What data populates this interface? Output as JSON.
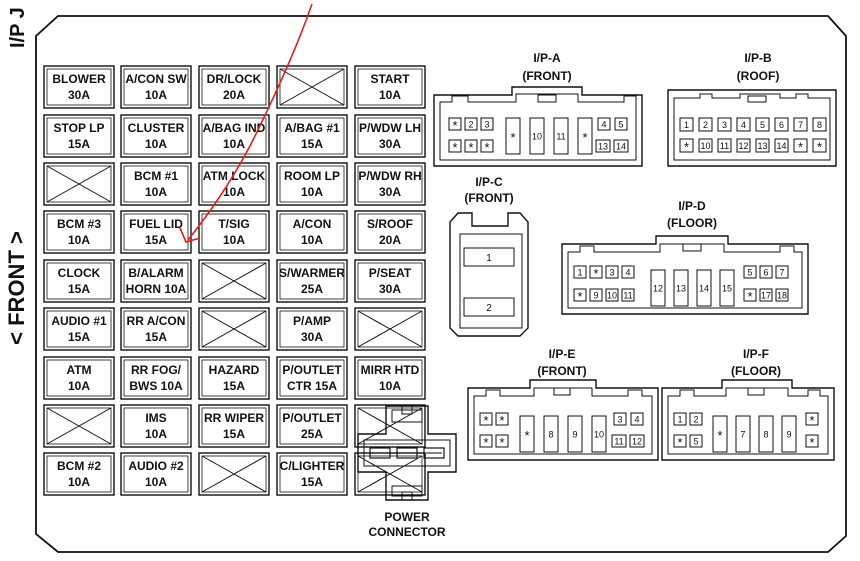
{
  "side_labels": {
    "top_left": "I/P J",
    "front": "< FRONT >"
  },
  "fuses": [
    [
      "BLOWER",
      "30A"
    ],
    [
      "A/CON SW",
      "10A"
    ],
    [
      "DR/LOCK",
      "20A"
    ],
    null,
    [
      "START",
      "10A"
    ],
    [
      "STOP LP",
      "15A"
    ],
    [
      "CLUSTER",
      "10A"
    ],
    [
      "A/BAG IND",
      "10A"
    ],
    [
      "A/BAG #1",
      "15A"
    ],
    [
      "P/WDW LH",
      "30A"
    ],
    null,
    [
      "BCM #1",
      "10A"
    ],
    [
      "ATM LOCK",
      "10A"
    ],
    [
      "ROOM LP",
      "10A"
    ],
    [
      "P/WDW RH",
      "30A"
    ],
    [
      "BCM #3",
      "10A"
    ],
    [
      "FUEL LID",
      "15A"
    ],
    [
      "T/SIG",
      "10A"
    ],
    [
      "A/CON",
      "10A"
    ],
    [
      "S/ROOF",
      "20A"
    ],
    [
      "CLOCK",
      "15A"
    ],
    [
      "B/ALARM",
      "HORN 10A"
    ],
    null,
    [
      "S/WARMER",
      "25A"
    ],
    [
      "P/SEAT",
      "30A"
    ],
    [
      "AUDIO #1",
      "15A"
    ],
    [
      "RR A/CON",
      "15A"
    ],
    null,
    [
      "P/AMP",
      "30A"
    ],
    null,
    [
      "ATM",
      "10A"
    ],
    [
      "RR FOG/",
      "BWS 10A"
    ],
    [
      "HAZARD",
      "15A"
    ],
    [
      "P/OUTLET",
      "CTR 15A"
    ],
    [
      "MIRR HTD",
      "10A"
    ],
    null,
    [
      "IMS",
      "10A"
    ],
    [
      "RR WIPER",
      "15A"
    ],
    [
      "P/OUTLET",
      "25A"
    ],
    null,
    [
      "BCM #2",
      "10A"
    ],
    [
      "AUDIO #2",
      "10A"
    ],
    null,
    [
      "C/LIGHTER",
      "15A"
    ],
    null
  ],
  "connectors": {
    "ipa": {
      "title": "I/P-A",
      "subtitle": "(FRONT)",
      "top_left": [
        "*",
        "2",
        "3"
      ],
      "top_right": [
        "4",
        "5"
      ],
      "bottom_left": [
        "*",
        "*",
        "*"
      ],
      "bottom_right": [
        "13",
        "14"
      ],
      "middle": [
        "*",
        "10",
        "11",
        "*"
      ]
    },
    "ipb": {
      "title": "I/P-B",
      "subtitle": "(ROOF)",
      "top": [
        "1",
        "2",
        "3",
        "4",
        "5",
        "6",
        "7",
        "8"
      ],
      "bottom": [
        "*",
        "10",
        "11",
        "12",
        "13",
        "14",
        "*",
        "*"
      ]
    },
    "ipc": {
      "title": "I/P-C",
      "subtitle": "(FRONT)",
      "pins": [
        "1",
        "2"
      ]
    },
    "ipd": {
      "title": "I/P-D",
      "subtitle": "(FLOOR)",
      "top_left": [
        "1",
        "*",
        "3",
        "4"
      ],
      "top_right": [
        "5",
        "6",
        "7"
      ],
      "bottom_left": [
        "*",
        "9",
        "10",
        "11"
      ],
      "bottom_right": [
        "*",
        "17",
        "18"
      ],
      "middle": [
        "12",
        "13",
        "14",
        "15"
      ]
    },
    "ipe": {
      "title": "I/P-E",
      "subtitle": "(FRONT)",
      "top_left": [
        "*",
        "*"
      ],
      "top_right": [
        "3",
        "4"
      ],
      "bottom_left": [
        "*",
        "*"
      ],
      "bottom_right": [
        "11",
        "12"
      ],
      "middle": [
        "*",
        "8",
        "9",
        "10"
      ]
    },
    "ipf": {
      "title": "I/P-F",
      "subtitle": "(FLOOR)",
      "top_left": [
        "1",
        "2"
      ],
      "top_right": [
        "*"
      ],
      "bottom_left": [
        "*",
        "5"
      ],
      "bottom_right": [
        "*"
      ],
      "middle": [
        "*",
        "7",
        "8",
        "9"
      ]
    },
    "power": {
      "line1": "POWER",
      "line2": "CONNECTOR"
    }
  },
  "colors": {
    "line": "#111111",
    "annotation": "#e0201c"
  }
}
